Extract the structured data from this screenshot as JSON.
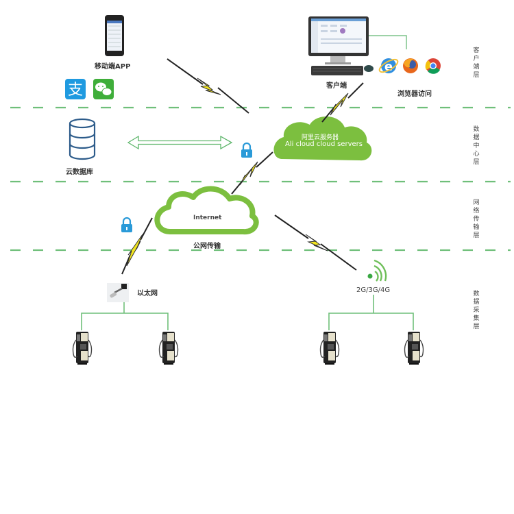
{
  "layers": [
    {
      "id": "client",
      "label": "客户端层"
    },
    {
      "id": "datacenter",
      "label": "数据中心层"
    },
    {
      "id": "network",
      "label": "网络传输层"
    },
    {
      "id": "collection",
      "label": "数据采集层"
    }
  ],
  "nodes": {
    "mobile_app": {
      "label": "移动端APP",
      "icon": "smartphone-icon"
    },
    "alipay": {
      "label": "支",
      "icon": "alipay-icon"
    },
    "wechat": {
      "icon": "wechat-icon"
    },
    "client_pc": {
      "label": "客户端",
      "icon": "desktop-computer-icon"
    },
    "browser_access": {
      "label": "浏览器访问",
      "icons": [
        "ie-icon",
        "firefox-icon",
        "chrome-icon"
      ]
    },
    "cloud_db": {
      "label": "云数据库",
      "icon": "database-icon"
    },
    "aliyun": {
      "label_cn": "阿里云服务器",
      "label_en": "Ali cloud  cloud servers",
      "icon": "cloud-icon"
    },
    "internet": {
      "label": "Internet",
      "caption": "公网传输",
      "icon": "cloud-outline-icon"
    },
    "ethernet": {
      "label": "以太网",
      "icon": "ethernet-port-icon"
    },
    "cellular": {
      "label": "2G/3G/4G",
      "icon": "wireless-signal-icon"
    },
    "chargers": [
      {
        "icon": "charging-pile-icon"
      },
      {
        "icon": "charging-pile-icon"
      },
      {
        "icon": "charging-pile-icon"
      },
      {
        "icon": "charging-pile-icon"
      }
    ]
  },
  "colors": {
    "green": "#7cbf3f",
    "line_green": "#7dc38a",
    "dash_green": "#6fbf7a",
    "bolt_yellow": "#f2e51f",
    "lock_blue": "#2a9ad8",
    "alipay_blue": "#1f9ae0",
    "wechat_green": "#3fae3a"
  }
}
